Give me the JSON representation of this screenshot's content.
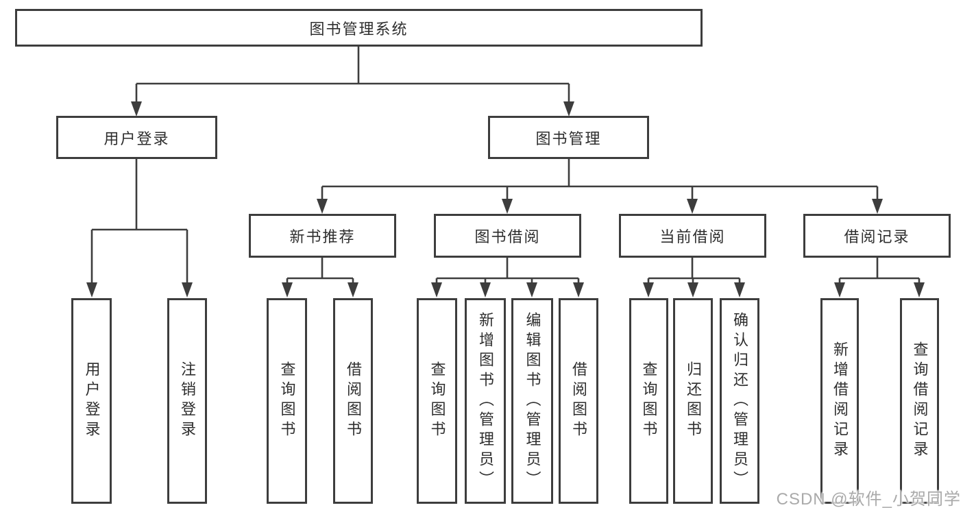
{
  "colors": {
    "line": "#3d3d3d",
    "text": "#2e2e2e",
    "watermark": "#aaaaaa",
    "background": "#ffffff"
  },
  "watermark": {
    "text": "CSDN @软件_小贺同学"
  },
  "diagram": {
    "root": {
      "label": "图书管理系统"
    },
    "branches": [
      {
        "label": "用户登录",
        "children": [
          {
            "label": "用户登录"
          },
          {
            "label": "注销登录"
          }
        ]
      },
      {
        "label": "图书管理",
        "children": [
          {
            "label": "新书推荐",
            "children": [
              {
                "label": "查询图书"
              },
              {
                "label": "借阅图书"
              }
            ]
          },
          {
            "label": "图书借阅",
            "children": [
              {
                "label": "查询图书"
              },
              {
                "label": "新增图书（管理员）"
              },
              {
                "label": "编辑图书（管理员）"
              },
              {
                "label": "借阅图书"
              }
            ]
          },
          {
            "label": "当前借阅",
            "children": [
              {
                "label": "查询图书"
              },
              {
                "label": "归还图书"
              },
              {
                "label": "确认归还（管理员）"
              }
            ]
          },
          {
            "label": "借阅记录",
            "children": [
              {
                "label": "新增借阅记录"
              },
              {
                "label": "查询借阅记录"
              }
            ]
          }
        ]
      }
    ]
  }
}
